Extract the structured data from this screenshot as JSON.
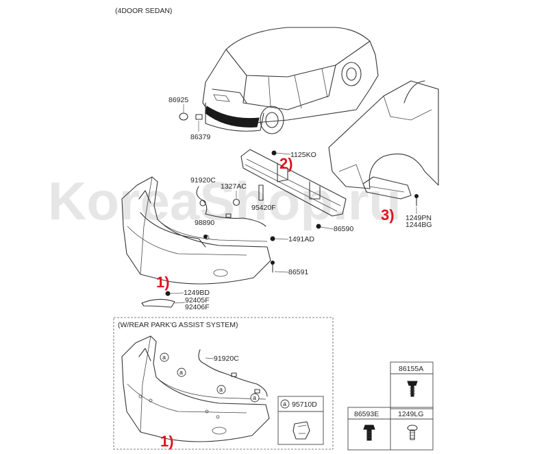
{
  "diagram": {
    "variant_label": "(4DOOR SEDAN)",
    "watermark": "KoreaShop.ru",
    "assist_box_title": "(W/REAR PARK'G ASSIST SYSTEM)",
    "callouts": {
      "c1": "1)",
      "c2": "2)",
      "c3": "3)",
      "c4": "1)"
    },
    "part_numbers": {
      "p86925": "86925",
      "p86379": "86379",
      "p1125KO": "1125KO",
      "p91920C": "91920C",
      "p1327AC": "1327AC",
      "p95420F": "95420F",
      "p98890": "98890",
      "p86590": "86590",
      "p1491AD": "1491AD",
      "p86591": "86591",
      "p1249BD": "1249BD",
      "p92405F": "92405F",
      "p92406F": "92406F",
      "p1249PN": "1249PN",
      "p1244BG": "1244BG",
      "p91920C_b": "91920C",
      "p95710D": "95710D",
      "p86155A": "86155A",
      "p86593E": "86593E",
      "p1249LG": "1249LG"
    },
    "circle_marker": "a"
  }
}
